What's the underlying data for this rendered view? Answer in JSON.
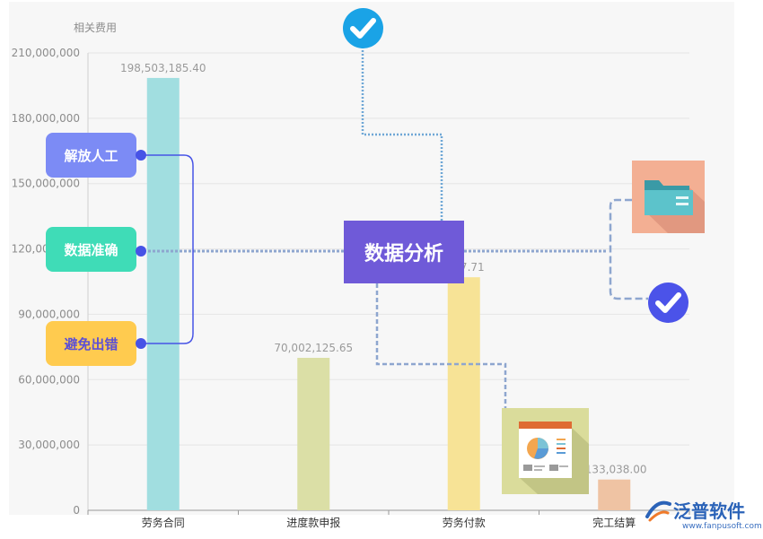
{
  "chart_data": {
    "type": "bar",
    "ylabel": "相关费用",
    "ylim": [
      0,
      210000000
    ],
    "ytick_step": 30000000,
    "ytick_labels": [
      "0",
      "30,000,000",
      "60,000,000",
      "90,000,000",
      "120,000,000",
      "150,000,000",
      "180,000,000",
      "210,000,000"
    ],
    "categories": [
      "劳务合同",
      "进度款申报",
      "劳务付款",
      "完工结算"
    ],
    "values": [
      198503185.4,
      70002125.65,
      107000467.71,
      14133038.0
    ],
    "value_labels": [
      "198,503,185.40",
      "70,002,125.65",
      ",467.71",
      ",133,038.00"
    ],
    "bar_colors": [
      "#a1dee0",
      "#dbdfa6",
      "#f7e396",
      "#efc3a3"
    ],
    "grid": true,
    "legend": "none"
  },
  "overlay": {
    "center_label": "数据分析",
    "pills": [
      {
        "label": "解放人工",
        "color": "#7c8bf5"
      },
      {
        "label": "数据准确",
        "color": "#3fdcb7"
      },
      {
        "label": "避免出错",
        "color": "#ffcb4f",
        "text_color": "#5b4fd6"
      }
    ],
    "icons": [
      "check-circle-icon",
      "folder-icon",
      "pie-report-icon"
    ],
    "connector_color": "#8ea6cf",
    "check_colors": [
      "#1aa3e6",
      "#4b53e9"
    ]
  },
  "brand": {
    "name": "泛普软件",
    "url": "www.fanpusoft.com",
    "color": "#2b63b8"
  }
}
